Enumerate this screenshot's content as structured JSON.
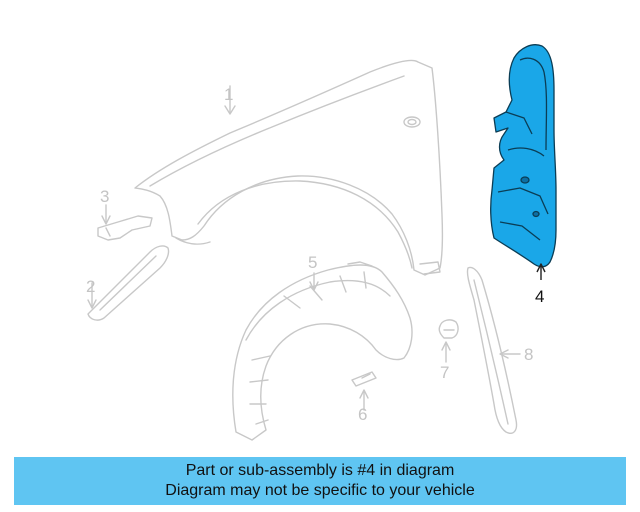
{
  "diagram": {
    "callouts": [
      {
        "id": "fender",
        "label": "1"
      },
      {
        "id": "splash-shield",
        "label": "2"
      },
      {
        "id": "bracket",
        "label": "3"
      },
      {
        "id": "highlighted-part",
        "label": "4"
      },
      {
        "id": "liner",
        "label": "5"
      },
      {
        "id": "screw",
        "label": "6"
      },
      {
        "id": "clip",
        "label": "7"
      },
      {
        "id": "molding",
        "label": "8"
      }
    ],
    "highlighted_part": "4",
    "colors": {
      "highlight": "#1aa7e8",
      "highlight_stroke": "#0b3d55",
      "outline": "#c8c8c8",
      "banner": "#5fc5f2"
    }
  },
  "banner": {
    "line1": "Part or sub-assembly is #4 in diagram",
    "line2": "Diagram may not be specific to your vehicle"
  }
}
